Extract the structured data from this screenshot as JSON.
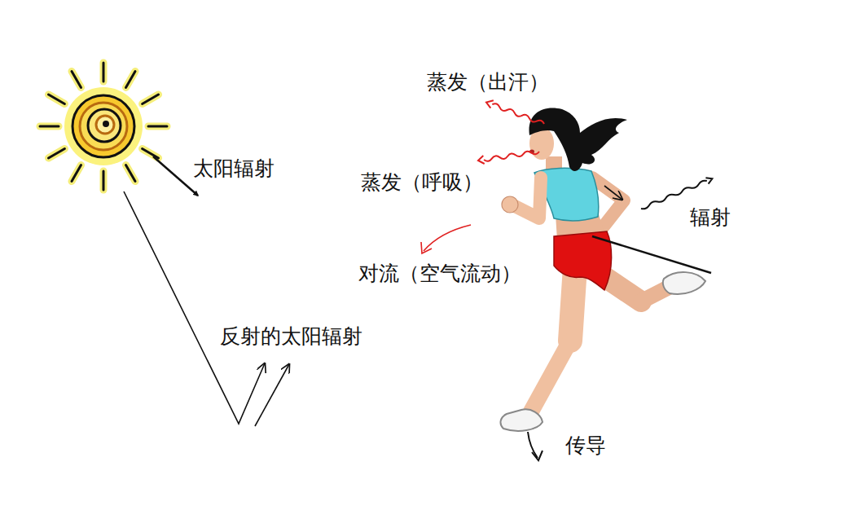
{
  "diagram": {
    "labels": [
      "蒸发（出汗）",
      "太阳辐射",
      "蒸发（呼吸）",
      "辐射",
      "对流（空气流动）",
      "反射的太阳辐射",
      "传导"
    ]
  }
}
